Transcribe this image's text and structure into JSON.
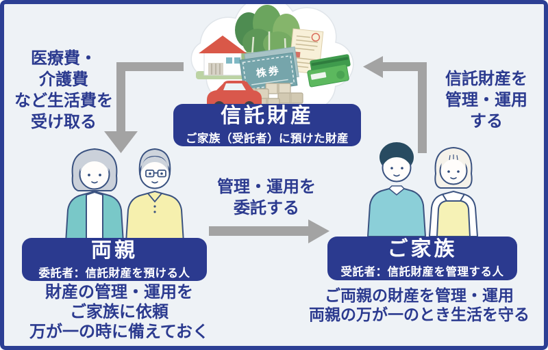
{
  "trust_asset": {
    "title": "信託財産",
    "subtitle": "ご家族（受託者）に預けた財産",
    "stock_certificate_label": "株券"
  },
  "parents": {
    "title": "両親",
    "subtitle": "委託者：信託財産を預ける人",
    "notes": [
      "財産の管理・運用を",
      "ご家族に依頼",
      "万が一の時に備えておく"
    ]
  },
  "family": {
    "title": "ご家族",
    "subtitle": "受託者：信託財産を管理する人",
    "notes": [
      "ご両親の財産を管理・運用",
      "両親の万が一のとき生活を守る"
    ]
  },
  "flows": {
    "receive": {
      "lines": [
        "医療費・",
        "介護費",
        "など生活費を",
        "受け取る"
      ]
    },
    "entrust": {
      "lines": [
        "管理・運用を",
        "委託する"
      ]
    },
    "manage": {
      "lines": [
        "信託財産を",
        "管理・運用",
        "する"
      ]
    }
  },
  "colors": {
    "navy_accent": "#2b3a8f",
    "frame_border": "#2c3f94",
    "background": "#eef2f6",
    "arrow_gray": "#a3a3a3",
    "badge_text": "#ffffff"
  }
}
